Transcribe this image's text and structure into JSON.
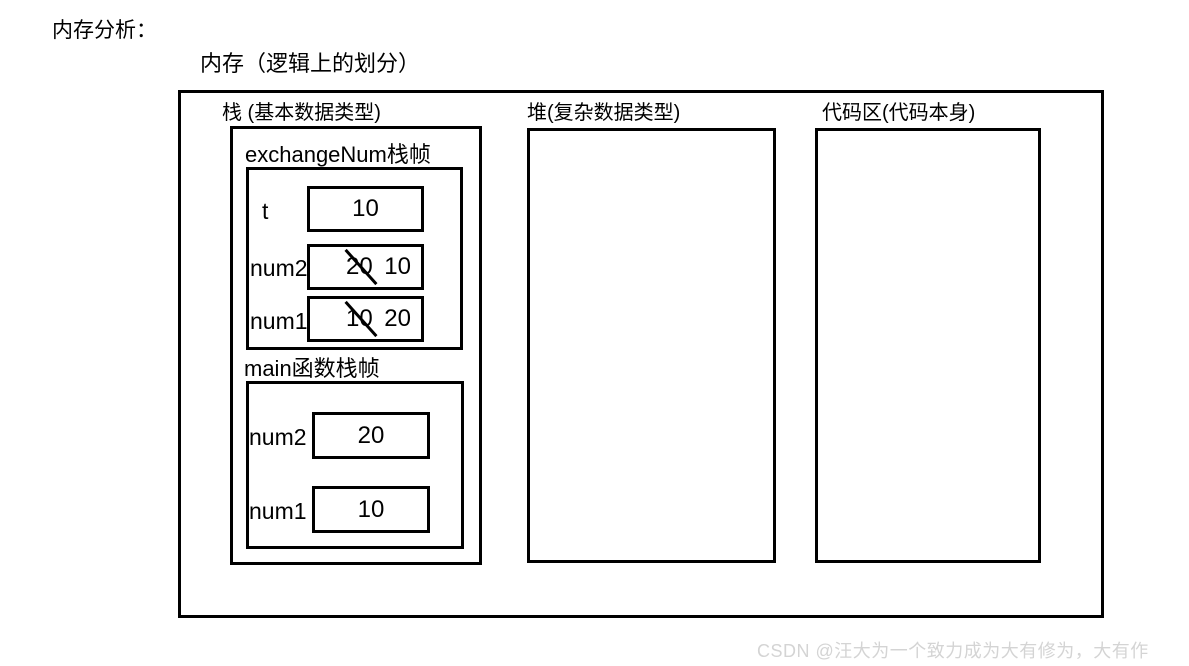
{
  "page": {
    "title_text": "内存分析：",
    "memory_caption": "内存（逻辑上的划分）",
    "watermark": "CSDN @汪大为一个致力成为大有修为，大有作",
    "background_color": "#ffffff",
    "line_color": "#000000",
    "watermark_color": "#d4d4d4"
  },
  "regions": [
    {
      "id": "stack",
      "title": "栈 (基本数据类型)"
    },
    {
      "id": "heap",
      "title": "堆(复杂数据类型)"
    },
    {
      "id": "code",
      "title": "代码区(代码本身)"
    }
  ],
  "stack": {
    "frames": [
      {
        "id": "exchange",
        "title": "exchangeNum栈帧",
        "variables": [
          {
            "name": "t",
            "value": "10",
            "swapped": false
          },
          {
            "name": "num2",
            "old_value": "20",
            "new_value": "10",
            "swapped": true
          },
          {
            "name": "num1",
            "old_value": "10",
            "new_value": "20",
            "swapped": true
          }
        ]
      },
      {
        "id": "main",
        "title": "main函数栈帧",
        "variables": [
          {
            "name": "num2",
            "value": "20",
            "swapped": false
          },
          {
            "name": "num1",
            "value": "10",
            "swapped": false
          }
        ]
      }
    ]
  },
  "heap": {
    "contents": []
  },
  "code": {
    "contents": []
  }
}
